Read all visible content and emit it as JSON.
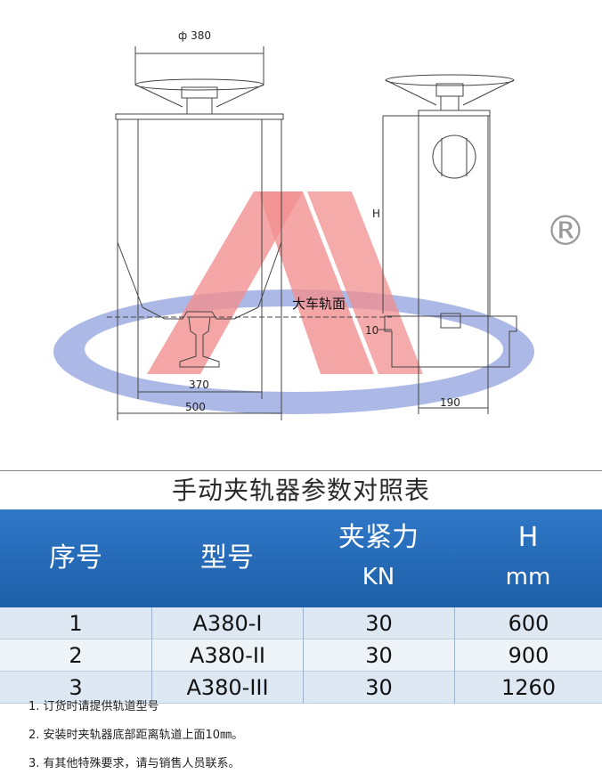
{
  "drawing": {
    "dim_phi": "ф 380",
    "dim_h": "H",
    "dim_10": "10",
    "rail_label": "大车轨面",
    "dim_370": "370",
    "dim_500": "500",
    "dim_190": "190",
    "registered_mark": "®"
  },
  "table": {
    "title": "手动夹轨器参数对照表",
    "headers": {
      "index": "序号",
      "model": "型号",
      "force_line1": "夹紧力",
      "force_line2": "KN",
      "h_line1": "H",
      "h_line2": "mm"
    },
    "rows": [
      {
        "index": "1",
        "model": "A380-I",
        "force": "30",
        "h": "600"
      },
      {
        "index": "2",
        "model": "A380-II",
        "force": "30",
        "h": "900"
      },
      {
        "index": "3",
        "model": "A380-III",
        "force": "30",
        "h": "1260"
      }
    ]
  },
  "notes": [
    "1. 订货时请提供轨道型号",
    "2. 安装时夹轨器底部距离轨道上面10㎜。",
    "3. 有其他特殊要求，请与销售人员联系。"
  ],
  "colors": {
    "header_blue": "#2a70c0",
    "logo_red": "#e84a4a",
    "logo_blue": "#6a7cc8"
  }
}
